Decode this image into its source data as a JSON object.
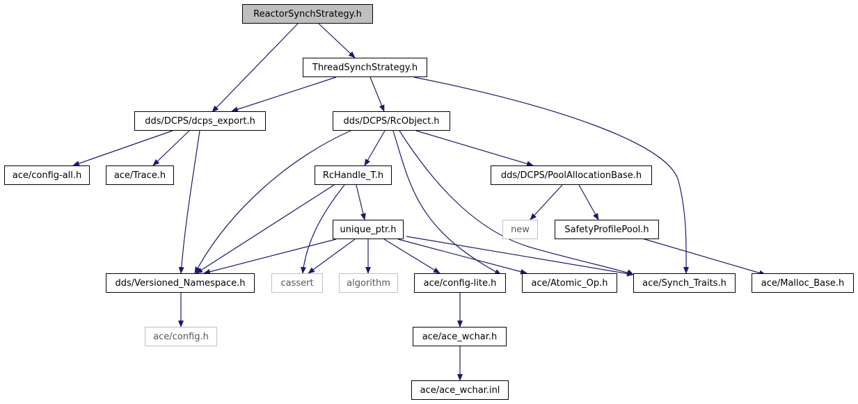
{
  "edge_color": "#191970",
  "root_fill": "#bfbfbf",
  "external_border": "#bfbfbf",
  "nodes": {
    "reactor": "ReactorSynchStrategy.h",
    "thread": "ThreadSynchStrategy.h",
    "dcps_export": "dds/DCPS/dcps_export.h",
    "rcobject": "dds/DCPS/RcObject.h",
    "config_all": "ace/config-all.h",
    "trace": "ace/Trace.h",
    "rchandle": "RcHandle_T.h",
    "pool": "dds/DCPS/PoolAllocationBase.h",
    "unique_ptr": "unique_ptr.h",
    "new": "new",
    "safety": "SafetyProfilePool.h",
    "versioned": "dds/Versioned_Namespace.h",
    "cassert": "cassert",
    "algorithm": "algorithm",
    "config_lite": "ace/config-lite.h",
    "atomic": "ace/Atomic_Op.h",
    "synch_traits": "ace/Synch_Traits.h",
    "malloc": "ace/Malloc_Base.h",
    "config": "ace/config.h",
    "wchar_h": "ace/ace_wchar.h",
    "wchar_inl": "ace/ace_wchar.inl"
  }
}
